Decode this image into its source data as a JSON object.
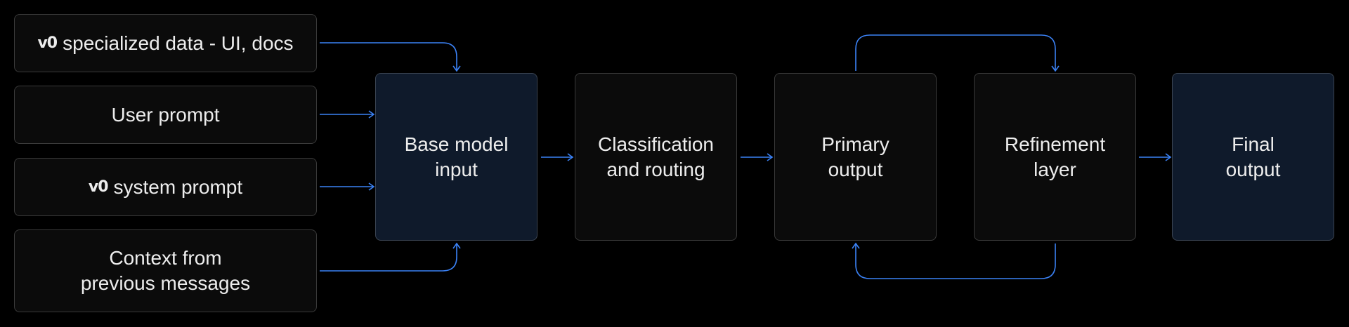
{
  "inputs": {
    "specialized": {
      "logo": "v0",
      "label": "specialized data - UI, docs"
    },
    "user_prompt": {
      "label": "User prompt"
    },
    "system_prompt": {
      "logo": "v0",
      "label": "system prompt"
    },
    "context": {
      "label": "Context from\nprevious messages"
    }
  },
  "stages": {
    "base": {
      "label": "Base model\ninput"
    },
    "classification": {
      "label": "Classification\nand routing"
    },
    "primary": {
      "label": "Primary\noutput"
    },
    "refinement": {
      "label": "Refinement\nlayer"
    },
    "final": {
      "label": "Final\noutput"
    }
  },
  "colors": {
    "connector": "#3b82f6",
    "accent_box": "#0f1a2b",
    "box": "#0b0b0b",
    "border": "#3a3a3a"
  }
}
